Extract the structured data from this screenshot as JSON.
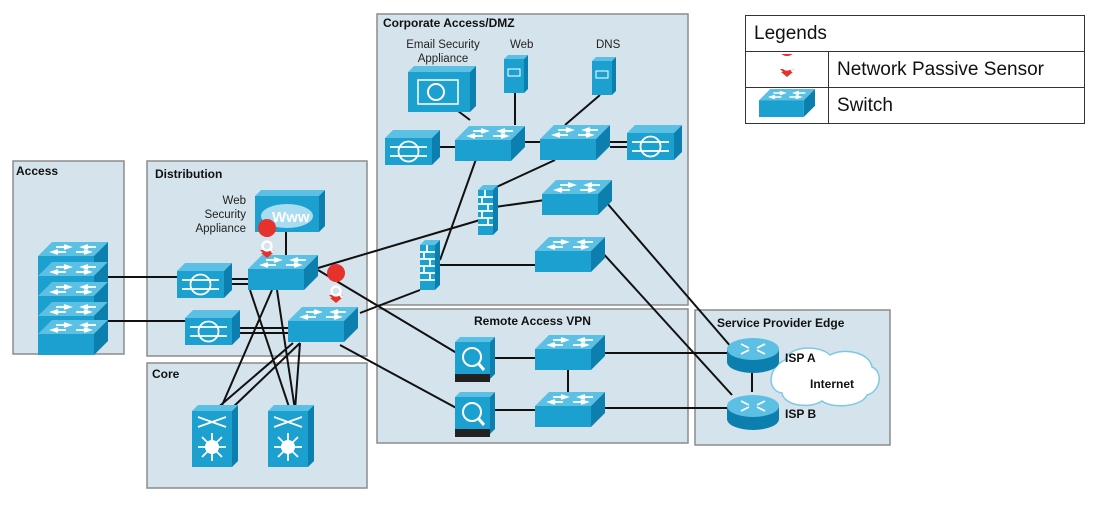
{
  "zones": {
    "access": "Access",
    "distribution": "Distribution",
    "core": "Core",
    "dmz": "Corporate Access/DMZ",
    "vpn": "Remote Access VPN",
    "spe": "Service Provider Edge"
  },
  "labels": {
    "wsa": [
      "Web",
      "Security",
      "Appliance"
    ],
    "esa": [
      "Email Security",
      "Appliance"
    ],
    "web": "Web",
    "dns": "DNS",
    "isp_a": "ISP A",
    "isp_b": "ISP B",
    "internet": "Internet"
  },
  "legend": {
    "title": "Legends",
    "items": [
      {
        "icon": "network-passive-sensor-icon",
        "label": "Network Passive Sensor"
      },
      {
        "icon": "switch-icon",
        "label": "Switch"
      }
    ]
  },
  "colors": {
    "device": "#1ba0d0",
    "sensor": "#e5322d",
    "zone": "#d5e4ec"
  }
}
